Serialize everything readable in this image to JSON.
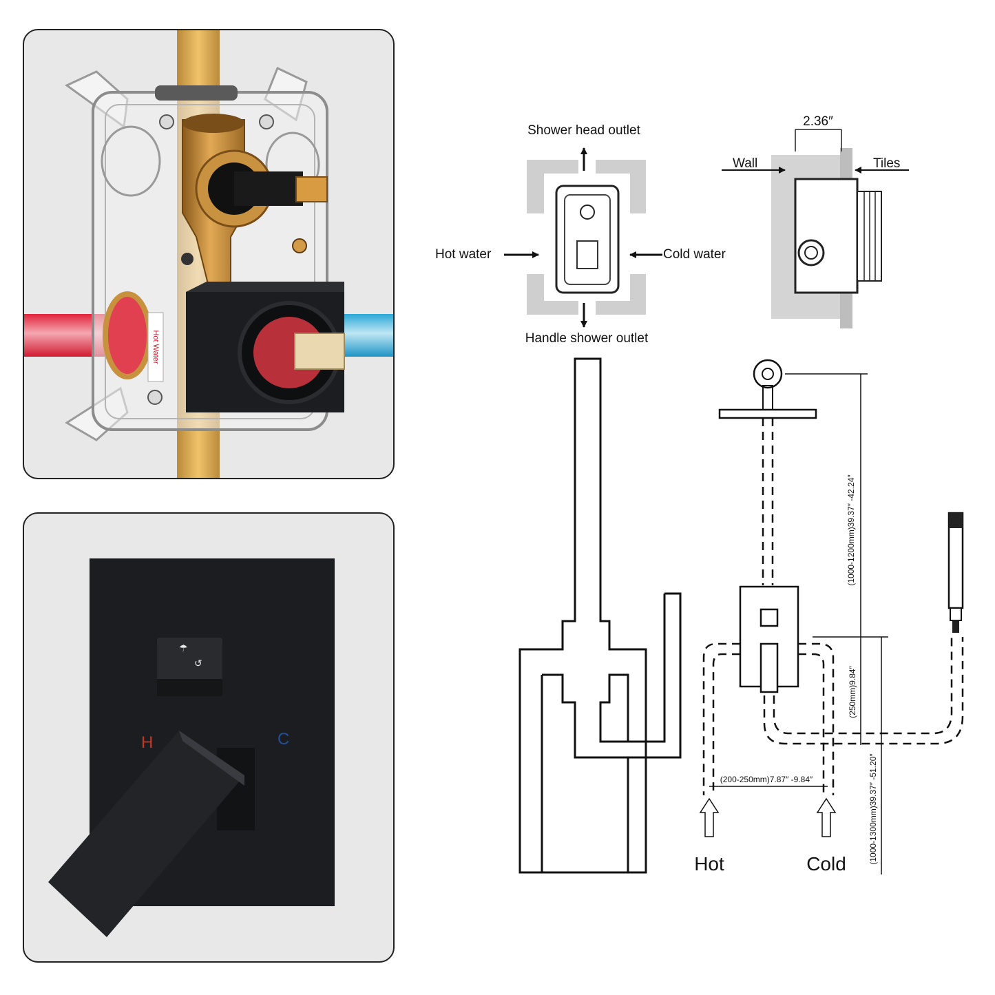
{
  "valve_photo": {
    "hot_water_tag": "Hot Water"
  },
  "trim_photo": {
    "hot_mark": "H",
    "cold_mark": "C"
  },
  "front_diagram": {
    "shower_head_outlet": "Shower head outlet",
    "handle_shower_outlet": "Handle shower outlet",
    "hot_water": "Hot water",
    "cold_water": "Cold water"
  },
  "side_diagram": {
    "depth": "2.36″",
    "wall": "Wall",
    "tiles": "Tiles"
  },
  "install_diagram": {
    "head_height": "(1000-1200mm)39.37″ -42.24″",
    "valve_offset": "(250mm)9.84″",
    "spacing": "(200-250mm)7.87″ -9.84″",
    "total_height": "(1000-1300mm)39.37″ -51.20″",
    "hot": "Hot",
    "cold": "Cold"
  },
  "colors": {
    "hot_pipe": "#e2233c",
    "cold_pipe": "#2aa8d8",
    "brass": "#c8913e",
    "matte_black": "#1c1d20",
    "panel_bg": "#e8e8e8"
  }
}
